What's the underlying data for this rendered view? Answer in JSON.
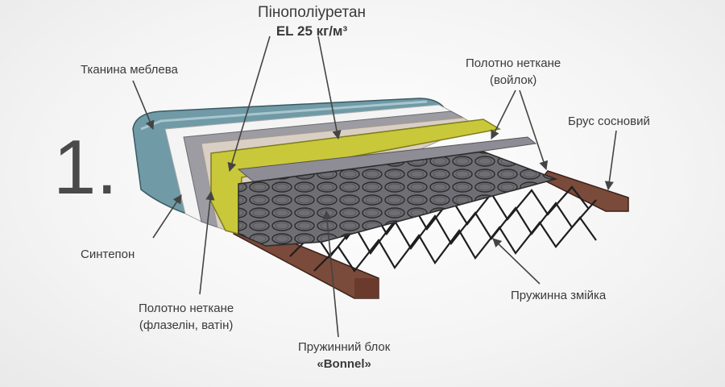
{
  "number": "1.",
  "labels": {
    "foam": {
      "line1": "Пінополіуретан",
      "line2": "EL 25 кг/м³"
    },
    "fabric": "Тканина меблева",
    "felt": {
      "line1": "Полотно нетканe",
      "line2": "(войлок)"
    },
    "beam": "Брус сосновий",
    "sintepon": "Синтепон",
    "nonwoven": {
      "line1": "Полотно нетканe",
      "line2": "(флазелін, ватін)"
    },
    "spring_block": {
      "line1": "Пружинний блок",
      "line2": "«Bonnel»"
    },
    "snake": "Пружинна змійка"
  },
  "colors": {
    "fabric": "#6f9aa6",
    "foam": "#c9c83a",
    "felt": "#8e8c95",
    "beam": "#7a4a3a",
    "spring": "#2b2b2b"
  }
}
